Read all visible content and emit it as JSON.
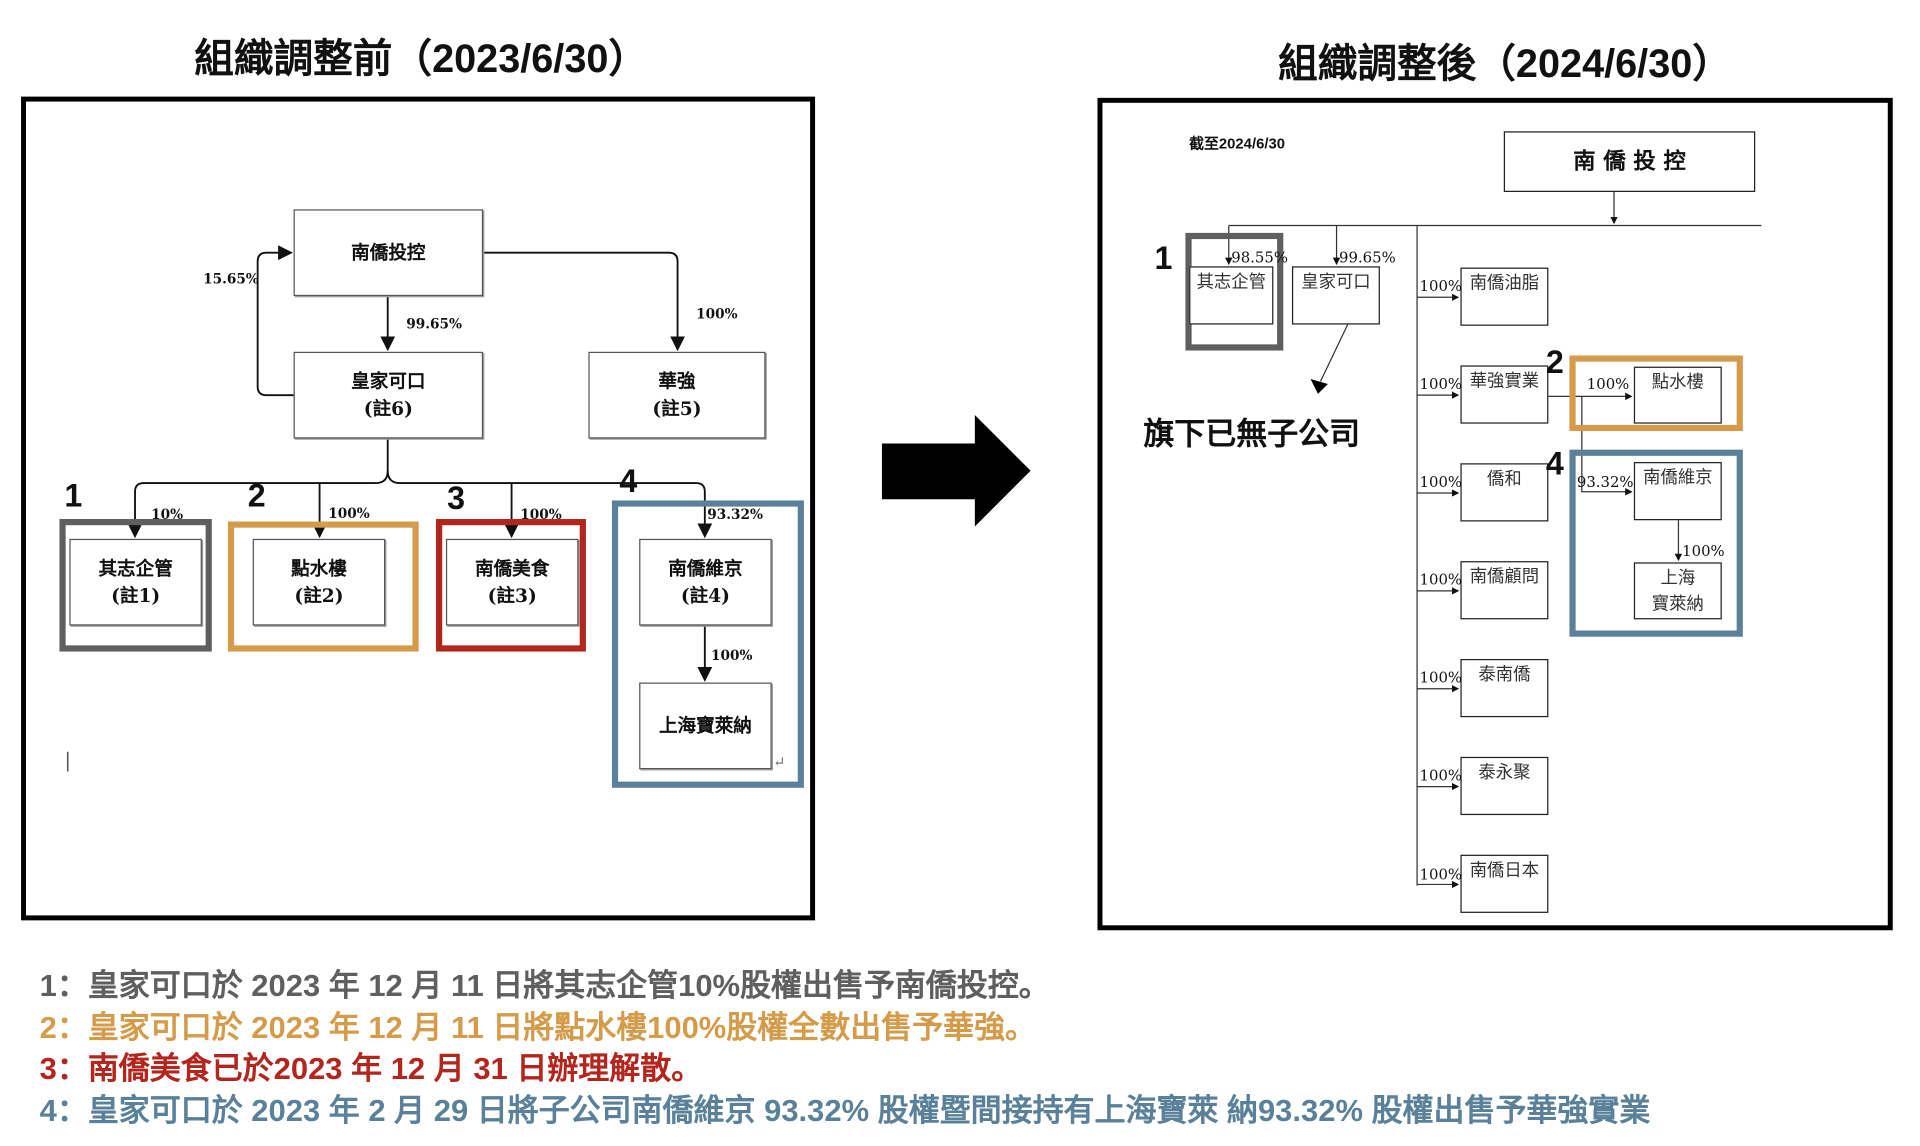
{
  "titles": {
    "before": "組織調整前（2023/6/30）",
    "after": "組織調整後（2024/6/30）"
  },
  "before": {
    "boxes": {
      "holding": {
        "name": "南僑投控"
      },
      "royal": {
        "name": "皇家可口",
        "note": "(註6)"
      },
      "huaqiang": {
        "name": "華強",
        "note": "(註5)"
      },
      "qizhi": {
        "name": "其志企管",
        "note": "(註1)"
      },
      "dianshuilou": {
        "name": "點水樓",
        "note": "(註2)"
      },
      "meishi": {
        "name": "南僑美食",
        "note": "(註3)"
      },
      "weijing": {
        "name": "南僑維京",
        "note": "(註4)"
      },
      "shanghai": {
        "name": "上海寶萊納"
      }
    },
    "pcts": {
      "royal_to_holding": "15.65%",
      "holding_to_royal": "99.65%",
      "holding_to_huaqiang": "100%",
      "qizhi": "10%",
      "dianshuilou": "100%",
      "meishi": "100%",
      "weijing": "93.32%",
      "shanghai": "100%"
    },
    "markers": [
      "1",
      "2",
      "3",
      "4"
    ],
    "cursor": "|",
    "return_mark": "↵"
  },
  "after": {
    "as_of": "截至2024/6/30",
    "holding": "南 僑 投 控",
    "qizhi": {
      "name": "其志企管",
      "pct": "98.55%"
    },
    "royal": {
      "name": "皇家可口",
      "pct": "99.65%"
    },
    "no_subsidiary": "旗下已無子公司",
    "children": [
      {
        "name": "南僑油脂",
        "pct": "100%"
      },
      {
        "name": "華強實業",
        "pct": "100%"
      },
      {
        "name": "僑和",
        "pct": "100%"
      },
      {
        "name": "南僑顧問",
        "pct": "100%"
      },
      {
        "name": "泰南僑",
        "pct": "100%"
      },
      {
        "name": "泰永聚",
        "pct": "100%"
      },
      {
        "name": "南僑日本",
        "pct": "100%"
      }
    ],
    "dianshuilou": {
      "name": "點水樓",
      "pct": "100%"
    },
    "weijing": {
      "name": "南僑維京",
      "pct": "93.32%"
    },
    "shanghai": {
      "line1": "上海",
      "line2": "寶萊納",
      "pct": "100%"
    },
    "markers": [
      "1",
      "2",
      "4"
    ]
  },
  "colors": {
    "note1": "#5f5f5f",
    "note2": "#d49c4a",
    "note3": "#b3261e",
    "note4": "#5a8199"
  },
  "notes": [
    "1：皇家可口於 2023 年 12 月 11 日將其志企管10%股權出售予南僑投控。",
    "2：皇家可口於 2023 年 12 月 11 日將點水樓100%股權全數出售予華強。",
    "3：南僑美食已於2023 年 12 月 31 日辦理解散。",
    "4：皇家可口於 2023 年 2 月 29 日將子公司南僑維京 93.32% 股權暨間接持有上海寶萊 納93.32% 股權出售予華強實業"
  ]
}
